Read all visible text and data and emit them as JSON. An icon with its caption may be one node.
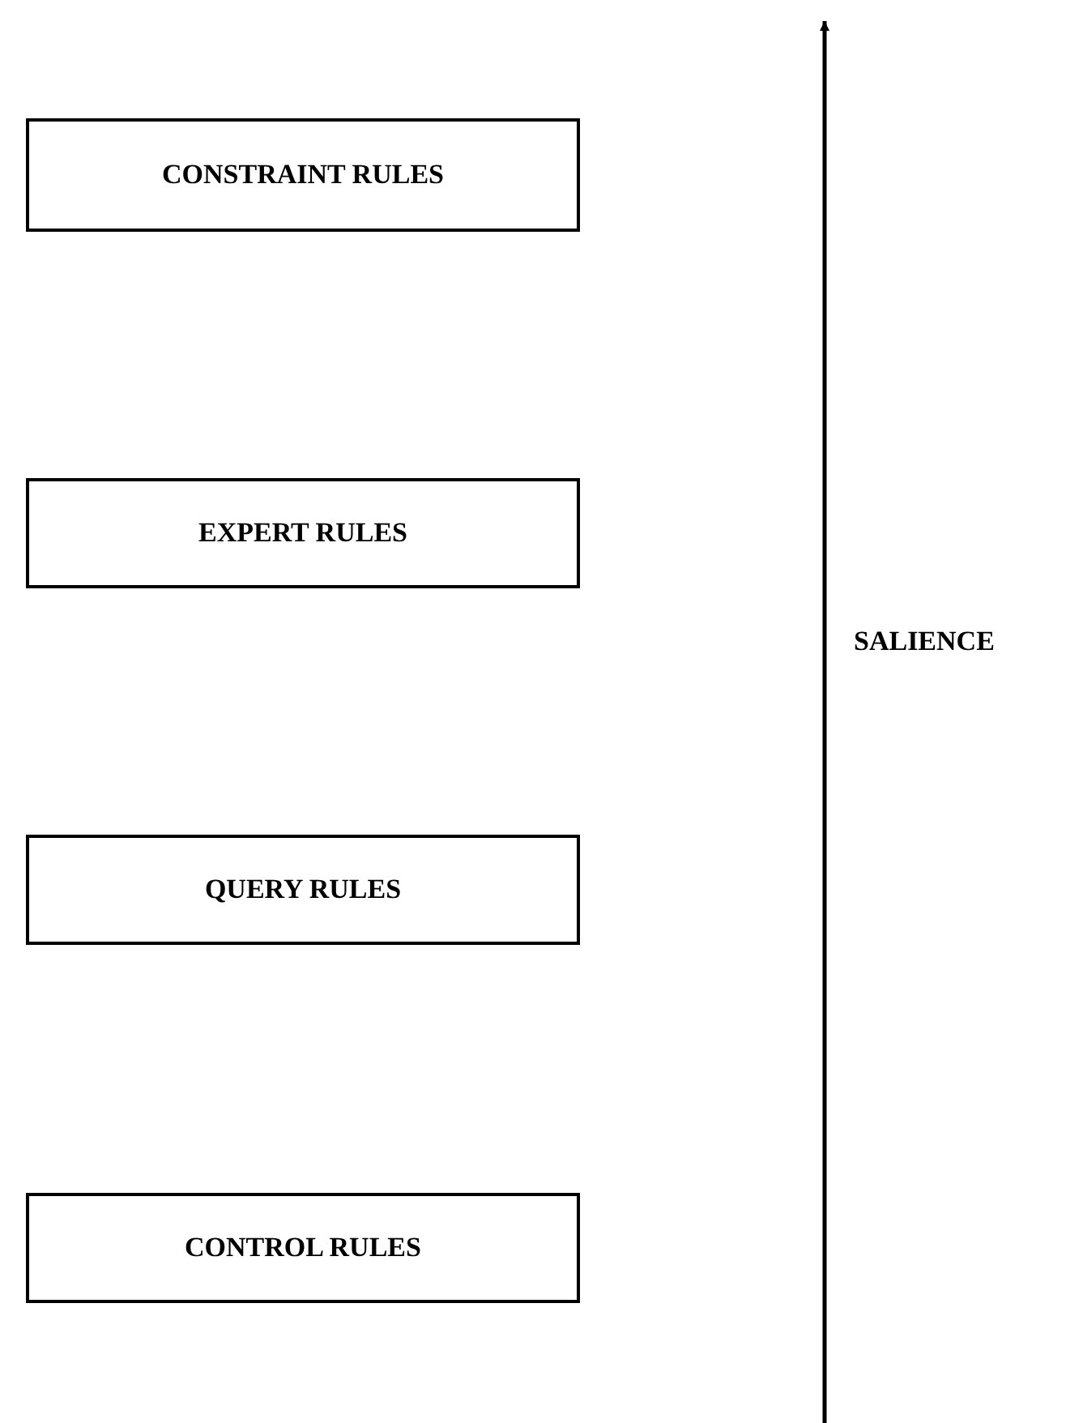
{
  "diagram": {
    "nodes": [
      {
        "text": [
          "CONSTRAINT RULES"
        ]
      },
      {
        "text": [
          "EXPERT RULES"
        ]
      },
      {
        "text": [
          "QUERY RULES"
        ]
      },
      {
        "text": [
          "CONTROL RULES"
        ]
      }
    ],
    "labels": [
      "SALIENCE"
    ]
  }
}
